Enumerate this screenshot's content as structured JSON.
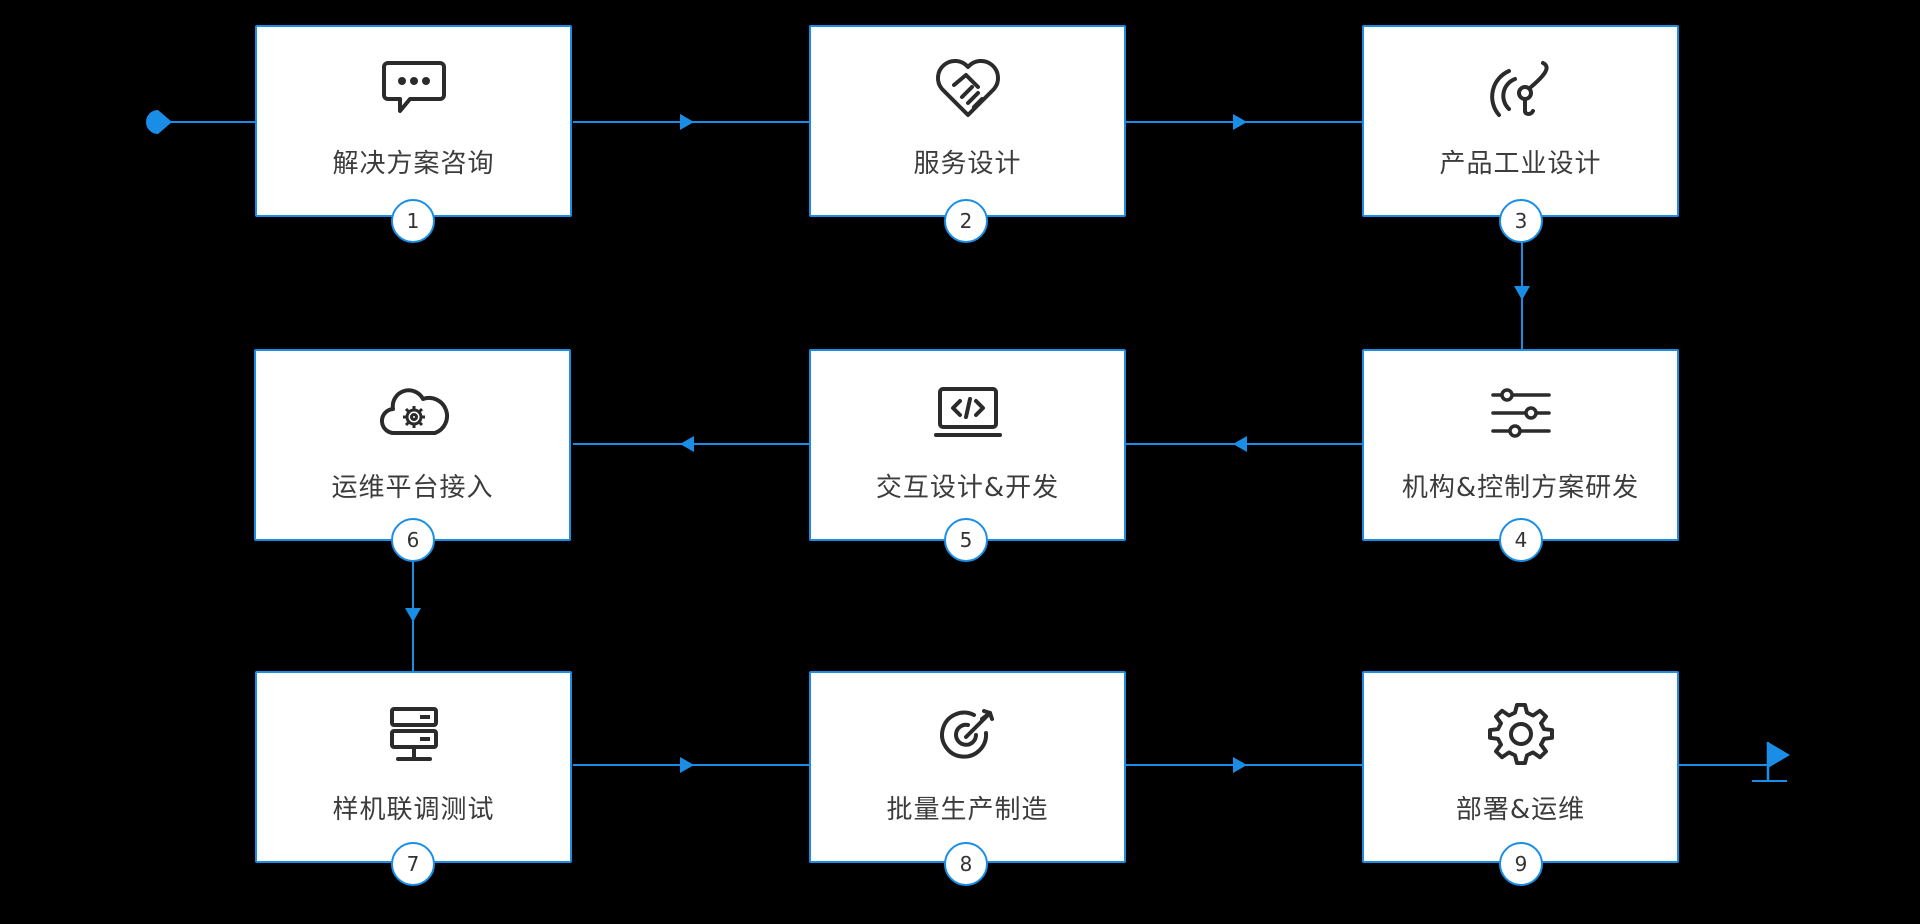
{
  "colors": {
    "background": "#000000",
    "accent": "#1a8ee6",
    "card": "#ffffff",
    "text": "#3c3c3c",
    "icon": "#2b2b2b"
  },
  "steps": [
    {
      "number": "1",
      "label": "解决方案咨询",
      "icon": "chat-bubble-icon"
    },
    {
      "number": "2",
      "label": "服务设计",
      "icon": "heart-handshake-icon"
    },
    {
      "number": "3",
      "label": "产品工业设计",
      "icon": "design-brush-icon"
    },
    {
      "number": "4",
      "label": "机构&控制方案研发",
      "icon": "sliders-icon"
    },
    {
      "number": "5",
      "label": "交互设计&开发",
      "icon": "code-laptop-icon"
    },
    {
      "number": "6",
      "label": "运维平台接入",
      "icon": "cloud-gear-icon"
    },
    {
      "number": "7",
      "label": "样机联调测试",
      "icon": "server-icon"
    },
    {
      "number": "8",
      "label": "批量生产制造",
      "icon": "target-arrow-icon"
    },
    {
      "number": "9",
      "label": "部署&运维",
      "icon": "gear-icon"
    }
  ],
  "start_marker": "start-dot",
  "end_marker": "finish-flag-icon"
}
